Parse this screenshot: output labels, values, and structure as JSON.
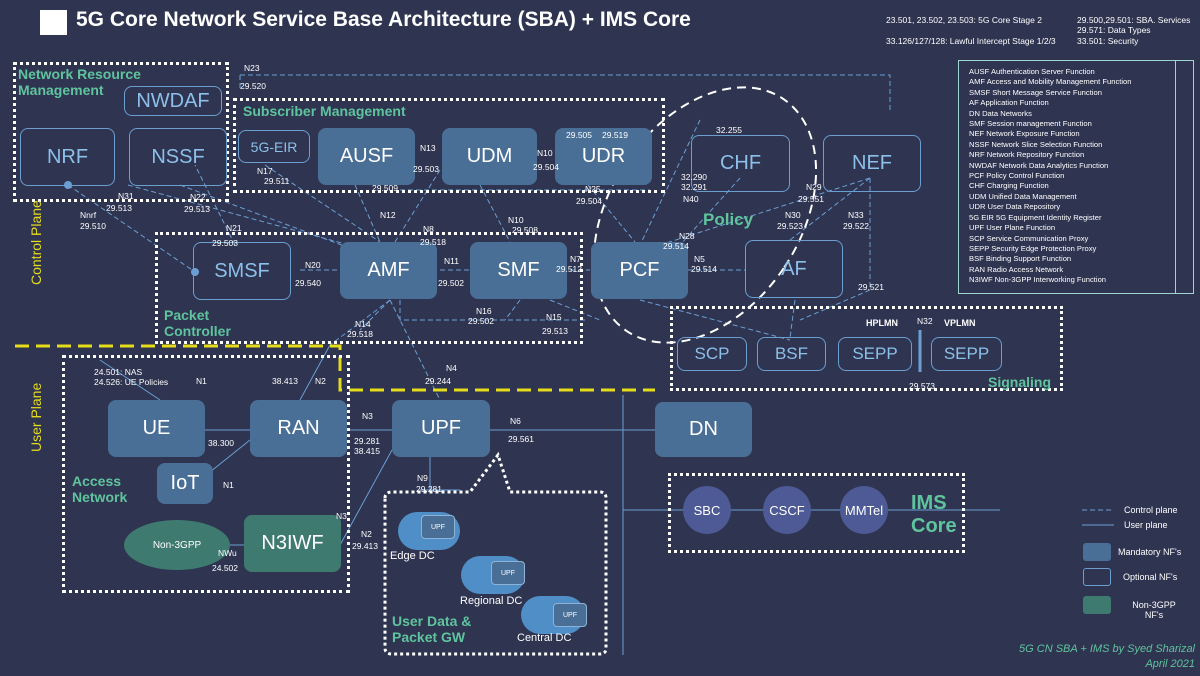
{
  "title": "5G Core Network Service Base Architecture (SBA) + IMS Core",
  "refs": {
    "r1": "23.501, 23.502, 23.503: 5G Core Stage 2",
    "r2": "33.126/127/128: Lawful Intercept Stage 1/2/3",
    "r3": "29.500,29.501: SBA. Services",
    "r4": "29.571: Data Types",
    "r5": "33.501: Security"
  },
  "groups": {
    "nrm": "Network Resource Management",
    "subscriber": "Subscriber Management",
    "packet_controller": "Packet Controller",
    "policy": "Policy",
    "signaling": "Signaling",
    "access": "Access Network",
    "user_data": "User Data & Packet GW",
    "ims": "IMS Core"
  },
  "planes": {
    "control": "Control Plane",
    "user": "User Plane"
  },
  "nodes": {
    "nwdaf": "NWDAF",
    "nrf": "NRF",
    "nssf": "NSSF",
    "eir": "5G-EIR",
    "ausf": "AUSF",
    "udm": "UDM",
    "udr": "UDR",
    "chf": "CHF",
    "nef": "NEF",
    "smsf": "SMSF",
    "amf": "AMF",
    "smf": "SMF",
    "pcf": "PCF",
    "af": "AF",
    "scp": "SCP",
    "bsf": "BSF",
    "sepp1": "SEPP",
    "sepp2": "SEPP",
    "hplmn": "HPLMN",
    "vplmn": "VPLMN",
    "ue": "UE",
    "ran": "RAN",
    "iot": "IoT",
    "upf": "UPF",
    "dn": "DN",
    "non3gpp": "Non-3GPP",
    "n3iwf": "N3IWF",
    "sbc": "SBC",
    "cscf": "CSCF",
    "mmtel": "MMTel",
    "upf_edge": "UPF",
    "upf_regional": "UPF",
    "upf_central": "UPF",
    "edge_dc": "Edge DC",
    "regional_dc": "Regional DC",
    "central_dc": "Central DC"
  },
  "labels": {
    "n23": "N23",
    "s29520": "29.520",
    "n31": "N31",
    "s29513a": "29.513",
    "n22": "N22",
    "s29513b": "29.513",
    "nnrf": "Nnrf",
    "s29510": "29.510",
    "n17": "N17",
    "s29511": "29.511",
    "n13": "N13",
    "s29503a": "29.503",
    "n10a": "N10",
    "s29504a": "29.504",
    "s29505": "29.505",
    "s29519": "29.519",
    "s29509": "29.509",
    "n12": "N12",
    "n25": "N25",
    "s29504b": "29.504",
    "n21": "N21",
    "s29503b": "29.503",
    "n8": "N8",
    "s29518a": "29.518",
    "n10b": "N10",
    "s29508": "29.508",
    "s32255": "32.255",
    "s32290": "32.290",
    "s32291": "32.291",
    "n40": "N40",
    "n29": "N29",
    "s29551": "29.551",
    "n30": "N30",
    "s29523": "29.523",
    "n33": "N33",
    "s29522": "29.522",
    "n28": "N28",
    "s29514a": "29.514",
    "n20": "N20",
    "s29540": "29.540",
    "n11": "N11",
    "s29502a": "29.502",
    "n7": "N7",
    "s29512": "29.512",
    "n5": "N5",
    "s29514b": "29.514",
    "s29521": "29.521",
    "n14": "N14",
    "s29518b": "29.518",
    "n16": "N16",
    "s29502b": "29.502",
    "n15": "N15",
    "s29513c": "29.513",
    "n32": "N32",
    "s29573": "29.573",
    "nas1": "24.501: NAS",
    "nas2": "24.526: UE Policies",
    "n1a": "N1",
    "s38413": "38.413",
    "n2a": "N2",
    "n4": "N4",
    "s29244": "29.244",
    "s38300": "38.300",
    "n1b": "N1",
    "n3a": "N3",
    "s29281a": "29.281",
    "s38415": "38.415",
    "n6": "N6",
    "s29561": "29.561",
    "n9": "N9",
    "s29281b": "29.281",
    "n3b": "N3",
    "n2b": "N2",
    "s29413": "29.413",
    "nwu": "NWu",
    "s24502": "24.502"
  },
  "legend": [
    "AUSF  Authentication Server Function",
    "AMF   Access and Mobility Management Function",
    "SMSF  Short Message Service Function",
    "AF      Application Function",
    "DN      Data Networks",
    "SMF    Session management Function",
    "NEF    Network Exposure Function",
    "NSSF  Network Slice Selection Function",
    "NRF   Network Repository Function",
    "NWDAF Network Data Analytics Function",
    "PCF   Policy Control Function",
    "CHF   Charging Function",
    "UDM  Unified Data Management",
    "UDR   User Data Repository",
    "5G EIR  5G Equipment Identity Register",
    "UPF   User Plane Function",
    "SCP   Service Communication Proxy",
    "SEPP  Security Edge Protection Proxy",
    "BSF   Binding Support Function",
    "RAN   Radio Access Network",
    "N3IWF Non-3GPP Interworking Function"
  ],
  "key": {
    "control": "Control plane",
    "user": "User  plane",
    "mandatory": "Mandatory NF's",
    "optional": "Optional NF's",
    "non3gpp": "Non-3GPP NF's"
  },
  "footer": {
    "line1": "5G CN SBA + IMS by Syed Sharizal",
    "line2": "April 2021"
  },
  "colors": {
    "background": "#2f3450",
    "mandatory": "#4a6f97",
    "optional_border": "#6a9fd0",
    "non3gpp": "#3f7a70",
    "group_label": "#5fc49e",
    "plane_divider": "#e6dd1a",
    "ims_circle": "#4d5a95"
  }
}
